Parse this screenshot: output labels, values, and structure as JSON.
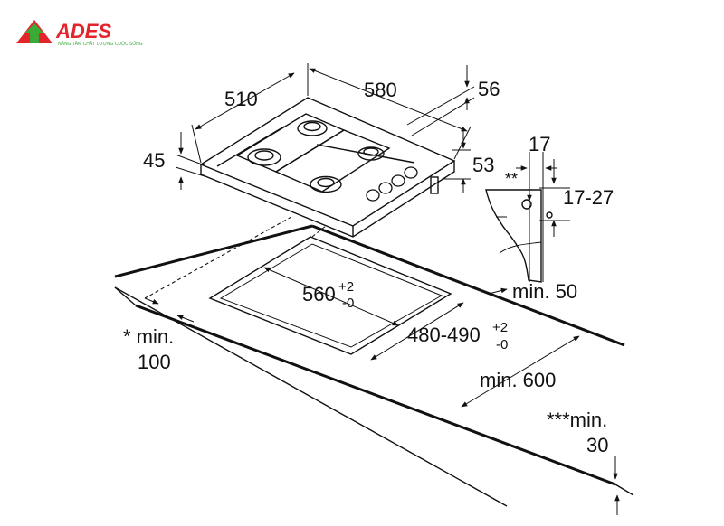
{
  "brand": {
    "name": "ADES",
    "tagline": "NÂNG TẦM CHẤT LƯỢNG CUỘC SỐNG",
    "colors": {
      "red": "#e3242b",
      "green": "#3aa935"
    }
  },
  "dimensions": {
    "hob_depth": "510",
    "hob_width": "580",
    "hob_height_total": "56",
    "hob_thickness": "45",
    "hob_body_depth": "53",
    "bracket_width": "17",
    "bracket_marker": "**",
    "bracket_range": "17-27",
    "front_min_label": "min. 50",
    "cutout_width": "560",
    "cutout_width_tol_plus": "+2",
    "cutout_width_tol_minus": "-0",
    "cutout_depth": "480-490",
    "cutout_depth_tol_plus": "+2",
    "cutout_depth_tol_minus": "-0",
    "side_min_prefix": "* min.",
    "side_min_value": "100",
    "worktop_depth": "min. 600",
    "bottom_min_prefix": "***min.",
    "bottom_min_value": "30"
  }
}
